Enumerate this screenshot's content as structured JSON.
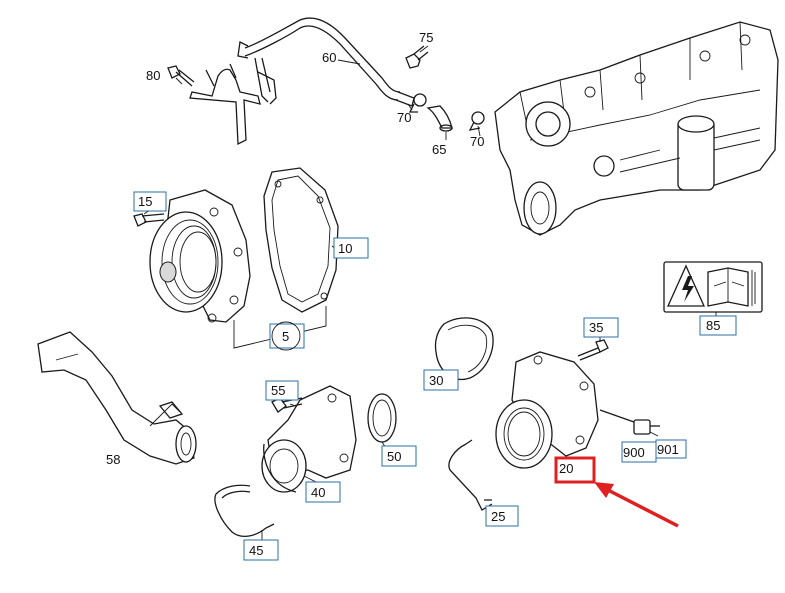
{
  "diagram": {
    "boxed_callouts": [
      {
        "id": "15",
        "text": "15"
      },
      {
        "id": "10",
        "text": "10"
      },
      {
        "id": "5",
        "text": "5"
      },
      {
        "id": "55",
        "text": "55"
      },
      {
        "id": "40",
        "text": "40"
      },
      {
        "id": "50",
        "text": "50"
      },
      {
        "id": "45",
        "text": "45"
      },
      {
        "id": "30",
        "text": "30"
      },
      {
        "id": "35",
        "text": "35"
      },
      {
        "id": "85",
        "text": "85"
      },
      {
        "id": "900",
        "text": "900"
      },
      {
        "id": "901",
        "text": "901"
      },
      {
        "id": "25",
        "text": "25"
      }
    ],
    "plain_callouts": [
      {
        "id": "80",
        "text": "80"
      },
      {
        "id": "60",
        "text": "60"
      },
      {
        "id": "75",
        "text": "75"
      },
      {
        "id": "70a",
        "text": "70"
      },
      {
        "id": "65",
        "text": "65"
      },
      {
        "id": "70b",
        "text": "70"
      },
      {
        "id": "58",
        "text": "58"
      }
    ],
    "highlighted_callout": {
      "text": "20",
      "highlight_color": "#e02020"
    },
    "arrow_color": "#e02020",
    "callout_border_color": "#2b6fa8",
    "warning_label_icons": [
      "high-voltage-icon",
      "service-manual-icon"
    ]
  }
}
